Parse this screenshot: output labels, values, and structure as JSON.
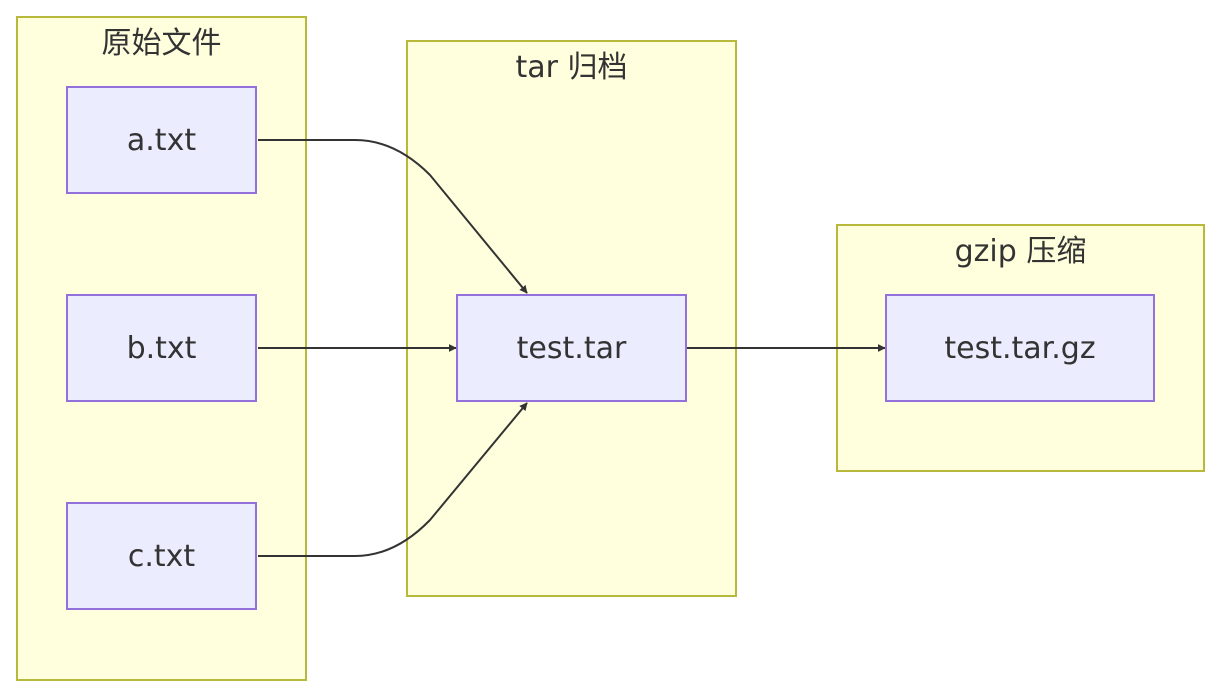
{
  "clusters": {
    "source": {
      "title": "原始文件"
    },
    "archive": {
      "title": "tar 归档"
    },
    "compress": {
      "title": "gzip 压缩"
    }
  },
  "nodes": {
    "a": {
      "label": "a.txt"
    },
    "b": {
      "label": "b.txt"
    },
    "c": {
      "label": "c.txt"
    },
    "tar": {
      "label": "test.tar"
    },
    "gz": {
      "label": "test.tar.gz"
    }
  },
  "edges": [
    {
      "from": "a.txt",
      "to": "test.tar"
    },
    {
      "from": "b.txt",
      "to": "test.tar"
    },
    {
      "from": "c.txt",
      "to": "test.tar"
    },
    {
      "from": "test.tar",
      "to": "test.tar.gz"
    }
  ],
  "colors": {
    "cluster_fill": "#ffffde",
    "cluster_stroke": "#b8b83a",
    "node_fill": "#ececff",
    "node_stroke": "#9370db",
    "edge": "#333333",
    "text": "#333333"
  }
}
